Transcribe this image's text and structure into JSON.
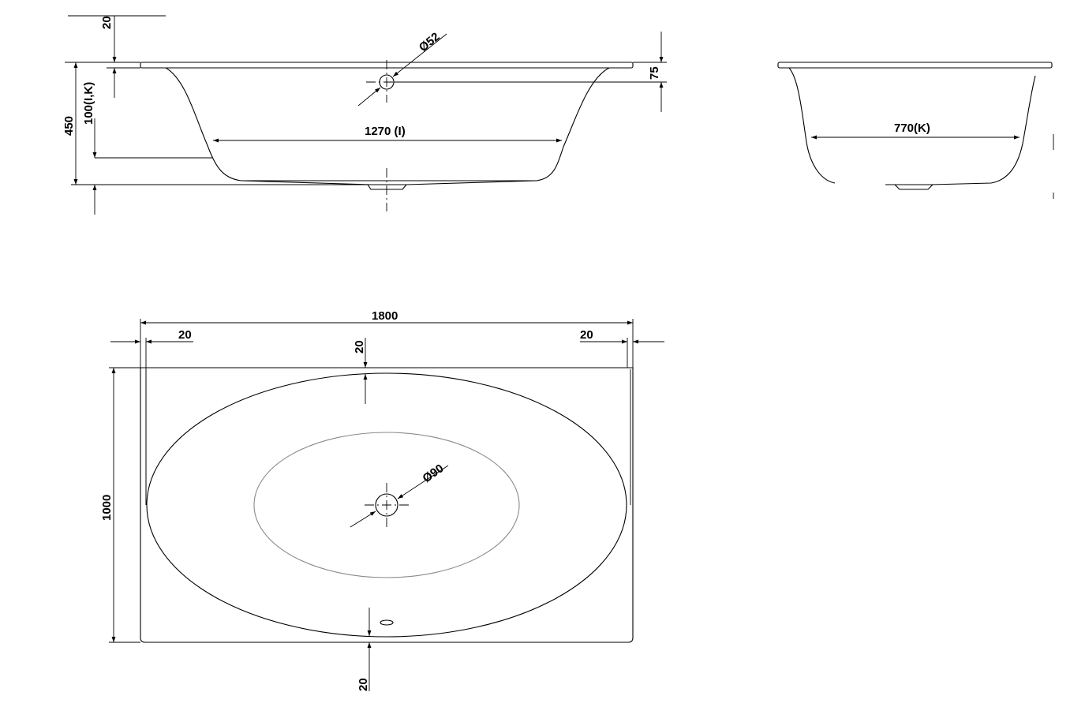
{
  "side_view": {
    "rim_thickness": "20",
    "total_height": "450",
    "offset_height": "100(I,K)",
    "outlet_diameter": "Ø52",
    "outlet_drop": "75",
    "inner_length": "1270 (I)"
  },
  "end_view": {
    "inner_width": "770(K)"
  },
  "top_view": {
    "overall_length": "1800",
    "rim_left": "20",
    "rim_right": "20",
    "rim_top": "20",
    "rim_bottom": "20",
    "overall_width": "1000",
    "drain_diameter": "Ø90"
  }
}
